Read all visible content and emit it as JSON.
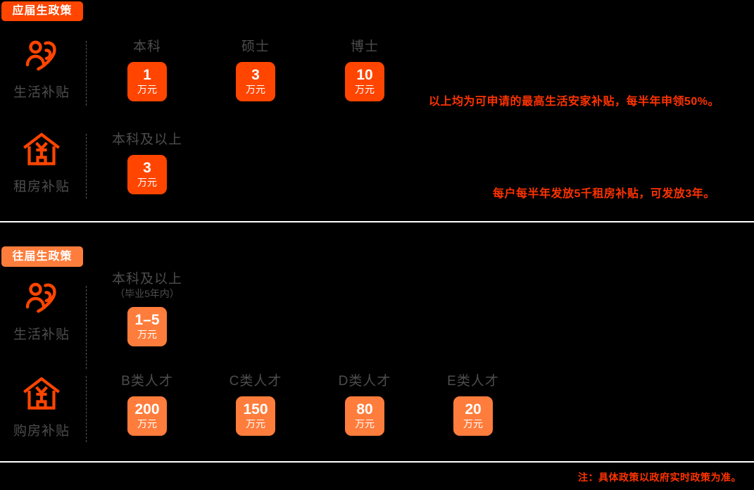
{
  "page": {
    "background": "#000000",
    "accent_strong": "#ff4500",
    "accent_light": "#ff7d3c",
    "note_color": "#ff3300",
    "label_color": "#4d4d4d"
  },
  "sections": [
    {
      "badge": "应届生政策",
      "rows": [
        {
          "icon": "people-heart-icon",
          "label": "生活补贴",
          "items": [
            {
              "head": "本科",
              "sub": "",
              "amount": "1",
              "unit": "万元"
            },
            {
              "head": "硕士",
              "sub": "",
              "amount": "3",
              "unit": "万元"
            },
            {
              "head": "博士",
              "sub": "",
              "amount": "10",
              "unit": "万元"
            }
          ],
          "note": "以上均为可申请的最高生活安家补贴，每半年申领50%。"
        },
        {
          "icon": "house-yuan-icon",
          "label": "租房补贴",
          "items": [
            {
              "head": "本科及以上",
              "sub": "",
              "amount": "3",
              "unit": "万元"
            }
          ],
          "note": "每户每半年发放5千租房补贴，可发放3年。"
        }
      ]
    },
    {
      "badge": "往届生政策",
      "rows": [
        {
          "icon": "people-heart-icon",
          "label": "生活补贴",
          "items": [
            {
              "head": "本科及以上",
              "sub": "（毕业5年内）",
              "amount": "1–5",
              "unit": "万元"
            }
          ],
          "note": ""
        },
        {
          "icon": "house-yuan-icon",
          "label": "购房补贴",
          "items": [
            {
              "head": "B类人才",
              "sub": "",
              "amount": "200",
              "unit": "万元"
            },
            {
              "head": "C类人才",
              "sub": "",
              "amount": "150",
              "unit": "万元"
            },
            {
              "head": "D类人才",
              "sub": "",
              "amount": "80",
              "unit": "万元"
            },
            {
              "head": "E类人才",
              "sub": "",
              "amount": "20",
              "unit": "万元"
            }
          ],
          "note": ""
        }
      ]
    }
  ],
  "footer_note": "注：具体政策以政府实时政策为准。"
}
